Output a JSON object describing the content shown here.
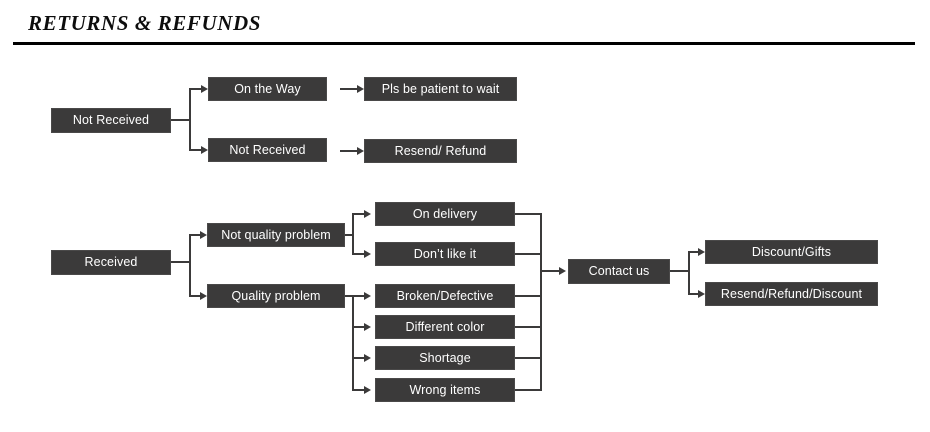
{
  "header": {
    "title": "RETURNS & REFUNDS"
  },
  "flow": {
    "not_received_branch": {
      "root": "Not Received",
      "options": [
        {
          "condition": "On the Way",
          "action": "Pls be patient to wait"
        },
        {
          "condition": "Not Received",
          "action": "Resend/ Refund"
        }
      ]
    },
    "received_branch": {
      "root": "Received",
      "categories": [
        {
          "label": "Not quality problem",
          "reasons": [
            "On delivery",
            "Don’t like it"
          ]
        },
        {
          "label": "Quality problem",
          "reasons": [
            "Broken/Defective",
            "Different color",
            "Shortage",
            "Wrong items"
          ]
        }
      ],
      "merge": "Contact us",
      "outcomes": [
        "Discount/Gifts",
        "Resend/Refund/Discount"
      ]
    }
  },
  "style": {
    "box_fill": "#3b3a3a",
    "box_text": "#ffffff",
    "rule_color": "#000000",
    "page_background": "#ffffff"
  }
}
